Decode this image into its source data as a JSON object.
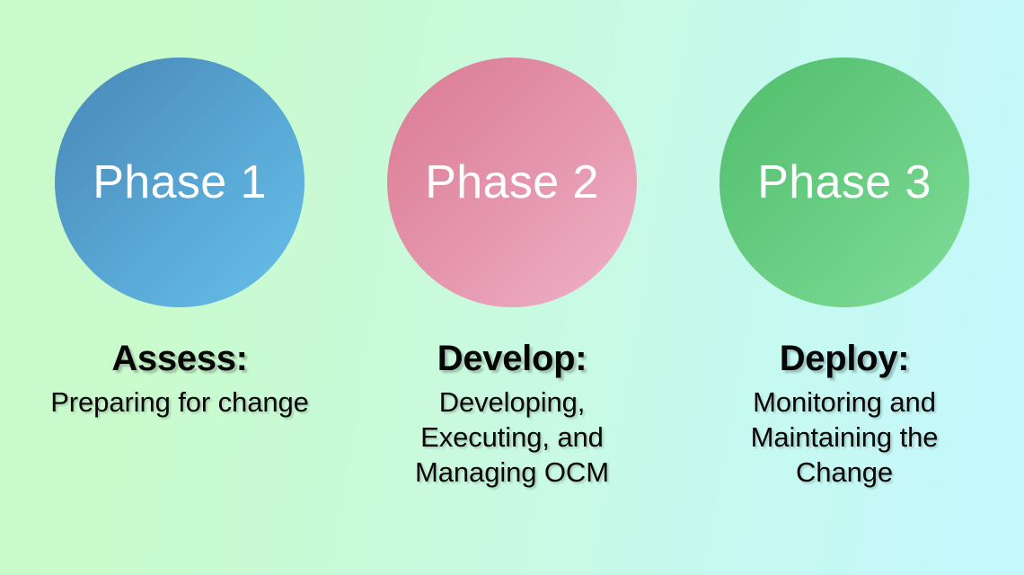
{
  "slide": {
    "background": {
      "from_color": "#c8facb",
      "to_color": "#c4f8fd",
      "direction": "left-to-right"
    }
  },
  "phases": [
    {
      "circle_label": "Phase 1",
      "circle_color_from": "#4a8cbd",
      "circle_color_to": "#66bfeb",
      "title": "Assess:",
      "body": "Preparing for change"
    },
    {
      "circle_label": "Phase 2",
      "circle_color_from": "#da7b95",
      "circle_color_to": "#f0b2c8",
      "title": "Develop:",
      "body": "Developing, Executing, and Managing OCM"
    },
    {
      "circle_label": "Phase 3",
      "circle_color_from": "#53bf6e",
      "circle_color_to": "#80dd99",
      "title": "Deploy:",
      "body": "Monitoring and Maintaining the Change"
    }
  ]
}
